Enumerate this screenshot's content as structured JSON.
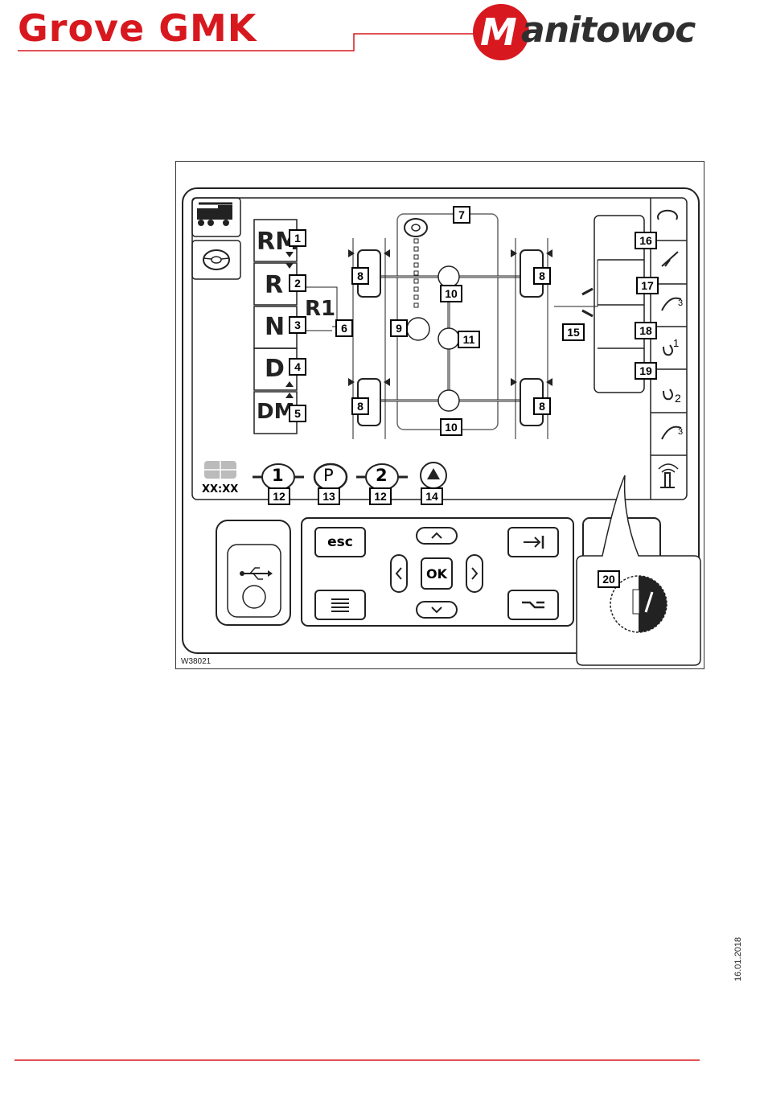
{
  "header": {
    "brand": "Grove GMK",
    "logo_text": "anitowoc",
    "logo_initial": "M",
    "accent_color": "#d7191f"
  },
  "figure": {
    "id": "W38021",
    "clock": "XX:XX",
    "gears": [
      "RM",
      "R",
      "N",
      "D",
      "DM"
    ],
    "gear_overlay": "R1",
    "keys": {
      "esc": "esc",
      "ok": "OK"
    },
    "callouts": [
      "1",
      "2",
      "3",
      "4",
      "5",
      "6",
      "7",
      "8",
      "8",
      "8",
      "8",
      "9",
      "10",
      "10",
      "11",
      "12",
      "12",
      "13",
      "14",
      "15",
      "16",
      "17",
      "18",
      "19",
      "20"
    ],
    "axle_labels": [
      "1",
      "P",
      "2"
    ],
    "hook_labels": [
      "1",
      "2",
      "3",
      "3"
    ]
  },
  "footer": {
    "date": "16.01.2018"
  }
}
